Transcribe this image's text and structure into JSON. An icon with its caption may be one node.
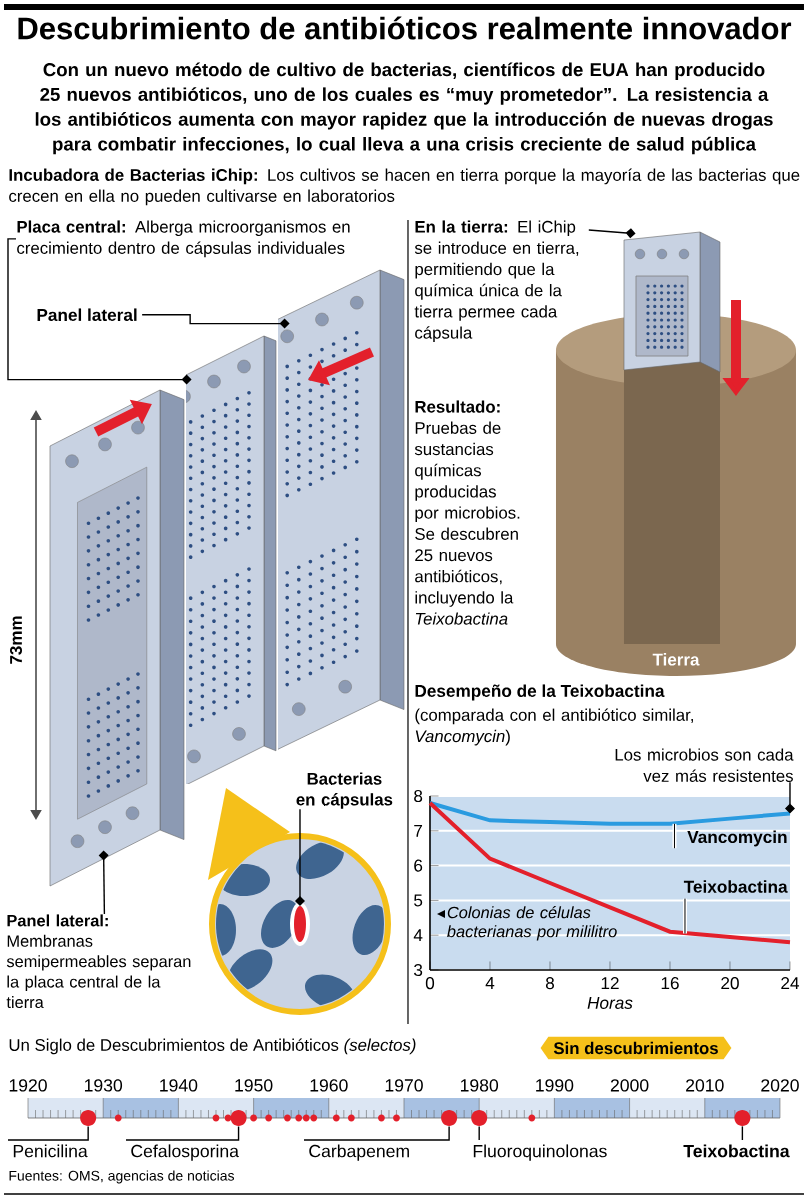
{
  "diagram": {
    "title": "Descubrimiento de antibióticos realmente innovador",
    "nodes": [
      {
        "text": [
          "**Placa central:** Alberga microorganismos en crecimiento dentro de cápsulas individuales"
        ]
      },
      {
        "text": [
          "Panel lateral"
        ]
      },
      {
        "text": [],
        "shape": "picture"
      },
      {
        "text": [],
        "shape": "picture"
      },
      {
        "text": [],
        "shape": "picture"
      },
      {
        "text": [
          "**Panel lateral:** Membranas semipermeables separan la placa central de la tierra"
        ]
      },
      {
        "text": [
          "Bacterias en cápsulas"
        ]
      },
      {
        "text": [],
        "shape": "picture"
      },
      {
        "text": [
          "**En la tierra:** El iChip se introduce en tierra, permitiendo que la química única de la tierra permee cada cápsula"
        ]
      },
      {
        "text": [],
        "shape": "picture"
      },
      {
        "text": [
          "Los microbios son cada vez más resistentes"
        ]
      },
      {
        "text": [
          "Sin descubrimientos"
        ]
      },
      {
        "text": [
          "Penicilina"
        ]
      },
      {
        "text": [
          "Cefalosporina"
        ]
      },
      {
        "text": [
          "Carbapenem"
        ]
      },
      {
        "text": [
          "Fluoroquinolonas"
        ]
      },
      {
        "text": [
          "Teixobactina"
        ]
      },
      {
        "text": [],
        "shape": "circle"
      },
      {
        "text": [],
        "shape": "circle"
      },
      {
        "text": [],
        "shape": "circle"
      },
      {
        "text": [],
        "shape": "circle"
      },
      {
        "text": [],
        "shape": "circle"
      }
    ],
    "edges": [
      {
        "from": 0,
        "to": 3,
        "arrow": "other"
      },
      {
        "from": 1,
        "to": 2,
        "arrow": "other"
      },
      {
        "from": 5,
        "to": 4,
        "arrow": "other"
      },
      {
        "from": 6,
        "to": 7,
        "arrow": "other"
      },
      {
        "from": 8,
        "to": 9,
        "arrow": "other"
      },
      {
        "from": 10,
        "to": null,
        "arrow": "other"
      },
      {
        "from": 12,
        "to": 17,
        "arrow": "none"
      },
      {
        "from": 13,
        "to": 18,
        "arrow": "none"
      },
      {
        "from": 14,
        "to": 19,
        "arrow": "none"
      },
      {
        "from": 15,
        "to": 20,
        "arrow": "none"
      },
      {
        "from": 16,
        "to": 21,
        "arrow": "none"
      }
    ],
    "labels": [
      "Con un nuevo método de cultivo de bacterias, científicos de EUA han producido 25 nuevos antibióticos, uno de los cuales es “muy prometedor”. La resistencia a los antibióticos aumenta con mayor rapidez que la introducción de nuevas drogas para combatir infecciones, lo cual lleva a una crisis creciente de salud pública",
      "**Incubadora de Bacterias iChip:** Los cultivos se hacen en tierra porque la mayoría de las bacterias que crecen en ella no pueden cultivarse en laboratorios",
      "73mm",
      "**Resultado:** Pruebas de sustancias químicas producidas por microbios. Se descubren 25 nuevos antibióticos, incluyendo la *Teixobactina*",
      "Tierra",
      "(comparada con el antibiótico similar, *Vancomycin*)",
      "Un Siglo de Descubrimientos de Antibióticos *(selectos)*",
      "1920",
      "1930",
      "1940",
      "1950",
      "1960",
      "1970",
      "1980",
      "1990",
      "2000",
      "2010",
      "2020",
      "Fuentes: OMS, agencias de noticias"
    ],
    "chart_data": {
      "type": "line",
      "title": "Desempeño de la Teixobactina",
      "xlabel": "Horas",
      "ylabel": "Colonias de células bacterianas por mililitro",
      "x": [
        0,
        4,
        8,
        12,
        16,
        20,
        24
      ],
      "series": [
        {
          "name": "Vancomycin",
          "color": "#2a9be0",
          "values": [
            7.8,
            7.3,
            7.25,
            7.2,
            7.2,
            7.35,
            7.5
          ]
        },
        {
          "name": "Teixobactina",
          "color": "#e3202b",
          "values": [
            7.8,
            6.2,
            5.5,
            4.8,
            4.1,
            3.95,
            3.8
          ]
        }
      ],
      "xlim": [
        0,
        24
      ],
      "ylim": [
        3,
        8
      ],
      "grid": true,
      "xticks": [
        0,
        4,
        8,
        12,
        16,
        20,
        24
      ],
      "yticks": [
        3,
        4,
        5,
        6,
        7,
        8
      ]
    }
  }
}
